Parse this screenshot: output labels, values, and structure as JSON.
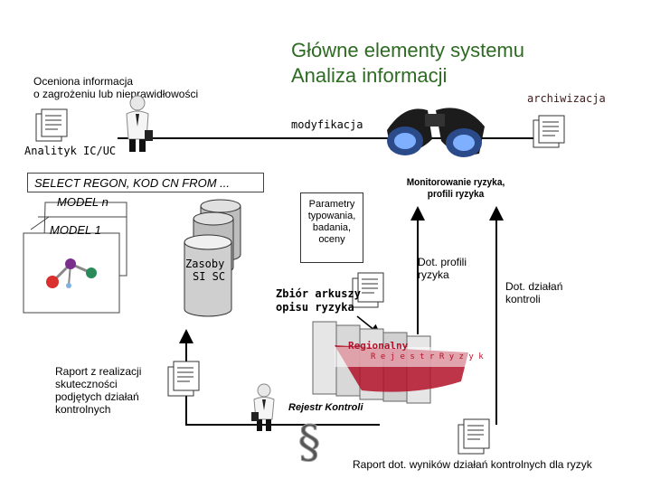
{
  "title": "Główne elementy systemu\nAnaliza informacji",
  "labels": {
    "ocen_line1": "Oceniona informacja",
    "ocen_line2": "o zagrożeniu lub nieprawidłowości",
    "analityk": "Analityk IC/UC",
    "archiwizacja": "archiwizacja",
    "modyfikacja": "modyfikacja",
    "select_query": "SELECT  REGON, KOD CN FROM ...",
    "model_n": "MODEL n",
    "model_1": "MODEL 1",
    "zasoby_line1": "Zasoby",
    "zasoby_line2": "SI SC",
    "parametry_1": "Parametry",
    "parametry_2": "typowania,",
    "parametry_3": "badania,",
    "parametry_4": "oceny",
    "monitorowanie_1": "Monitorowanie ryzyka,",
    "monitorowanie_2": "profili ryzyka",
    "dot_profili_1": "Dot. profili",
    "dot_profili_2": "ryzyka",
    "dot_dzialan_1": "Dot. działań",
    "dot_dzialan_2": "kontroli",
    "zbior_1": "Zbiór arkuszy",
    "zbior_2": "opisu ryzyka",
    "regionalny": "Regionalny",
    "rejestr_ryzyk": "R e j e s t r   R y z y k",
    "raport_1": "Raport z realizacji",
    "raport_2": "skuteczności",
    "raport_3": "podjętych działań",
    "raport_4": "kontrolnych",
    "rejestr_kontroli": "Rejestr Kontroli",
    "raport_dot": "Raport dot. wyników działań kontrolnych dla ryzyk"
  },
  "colors": {
    "title": "#2e6b22",
    "register_red": "#b3122a",
    "arrow": "#000000"
  },
  "icons": [
    "document-icon",
    "person-icon",
    "binoculars-icon",
    "database-icon",
    "molecule-icon",
    "binder-icon",
    "paragraph-icon"
  ]
}
